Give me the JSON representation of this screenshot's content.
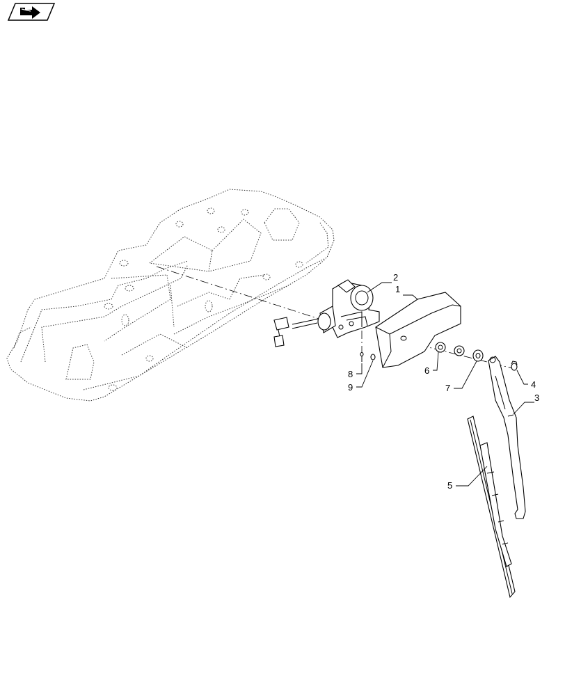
{
  "nav_icon": {
    "name": "next-page-arrow-icon"
  },
  "callouts": [
    {
      "id": "1",
      "text": "1"
    },
    {
      "id": "2",
      "text": "2"
    },
    {
      "id": "3",
      "text": "3"
    },
    {
      "id": "4",
      "text": "4"
    },
    {
      "id": "5",
      "text": "5"
    },
    {
      "id": "6",
      "text": "6"
    },
    {
      "id": "7",
      "text": "7"
    },
    {
      "id": "8",
      "text": "8"
    },
    {
      "id": "9",
      "text": "9"
    }
  ]
}
